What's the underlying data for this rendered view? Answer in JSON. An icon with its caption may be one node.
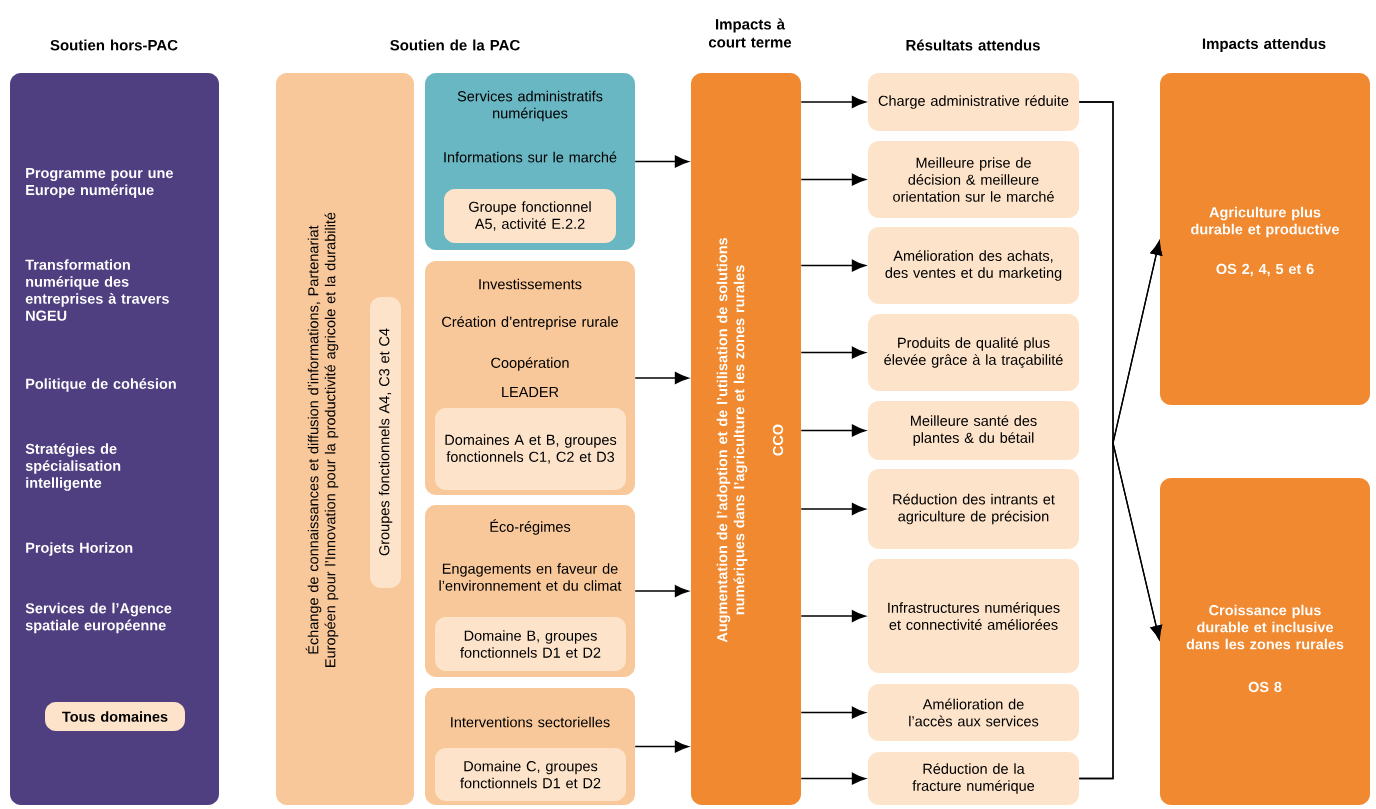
{
  "diagram": {
    "nodes": [
      {
        "text": [
          "Programme pour une Europe numérique",
          "Transformation numérique des entreprises à travers NGEU",
          "Politique de cohésion",
          "Stratégies de spécialisation intelligente",
          "Projets Horizon",
          "Services de l’Agence spatiale européenne"
        ]
      },
      {
        "text": [
          "Tous domaines"
        ],
        "in": 0
      },
      {
        "text": [
          "Échange de connaissances et diffusion d’informations, Partenariat Européen pour l’Innovation pour la productivité agricole et la durabilité"
        ]
      },
      {
        "text": [
          "Groupes fonctionnels A4, C3 et C4"
        ],
        "in": 2
      },
      {
        "text": [
          "Services administratifs numériques",
          "Informations sur le marché"
        ]
      },
      {
        "text": [
          "Groupe fonctionnel A5, activité E.2.2"
        ],
        "in": 4
      },
      {
        "text": [
          "Investissements",
          "Création d’entreprise rurale",
          "Coopération",
          "LEADER"
        ]
      },
      {
        "text": [
          "Domaines A et B, groupes fonctionnels C1, C2 et D3"
        ],
        "in": 6
      },
      {
        "text": [
          "Éco-régimes",
          "Engagements en faveur de l’environnement et du climat"
        ]
      },
      {
        "text": [
          "Domaine B, groupes fonctionnels D1 et D2"
        ],
        "in": 8
      },
      {
        "text": [
          "Interventions sectorielles"
        ]
      },
      {
        "text": [
          "Domaine C, groupes fonctionnels D1 et D2"
        ],
        "in": 10
      },
      {
        "text": [
          "Augmentation de l’adoption et de l’utilisation de solutions numériques dans l’agriculture et les zones rurales",
          "CCO"
        ]
      },
      {
        "text": [
          "Charge administrative réduite"
        ]
      },
      {
        "text": [
          "Meilleure prise de décision & meilleure orientation sur le marché"
        ]
      },
      {
        "text": [
          "Amélioration des achats, des ventes et du marketing"
        ]
      },
      {
        "text": [
          "Produits de qualité plus élevée grâce à la traçabilité"
        ]
      },
      {
        "text": [
          "Meilleure santé des plantes & du bétail"
        ]
      },
      {
        "text": [
          "Réduction des intrants et agriculture de précision"
        ]
      },
      {
        "text": [
          "Infrastructures numériques et connectivité améliorées"
        ]
      },
      {
        "text": [
          "Amélioration de l’accès aux services"
        ]
      },
      {
        "text": [
          "Réduction de la fracture numérique"
        ]
      },
      {
        "text": [
          "Agriculture plus durable et productive",
          "OS 2, 4, 5 et 6"
        ]
      },
      {
        "text": [
          "Croissance plus durable et inclusive dans les zones rurales",
          "OS 8"
        ]
      }
    ],
    "edges": [
      {
        "from": 4,
        "to": 12,
        "arrow": "to"
      },
      {
        "from": 6,
        "to": 12,
        "arrow": "to"
      },
      {
        "from": 8,
        "to": 12,
        "arrow": "to"
      },
      {
        "from": 10,
        "to": 12,
        "arrow": "to"
      },
      {
        "from": 12,
        "to": 13,
        "arrow": "to"
      },
      {
        "from": 12,
        "to": 14,
        "arrow": "to"
      },
      {
        "from": 12,
        "to": 15,
        "arrow": "to"
      },
      {
        "from": 12,
        "to": 16,
        "arrow": "to"
      },
      {
        "from": 12,
        "to": 17,
        "arrow": "to"
      },
      {
        "from": 12,
        "to": 18,
        "arrow": "to"
      },
      {
        "from": 12,
        "to": 19,
        "arrow": "to"
      },
      {
        "from": 12,
        "to": 20,
        "arrow": "to"
      },
      {
        "from": 12,
        "to": 21,
        "arrow": "to"
      },
      {
        "from": 13,
        "to": 22,
        "arrow": "to"
      },
      {
        "from": 13,
        "to": 23,
        "arrow": "to"
      },
      {
        "from": 21,
        "to": 22,
        "arrow": "to"
      },
      {
        "from": 21,
        "to": 23,
        "arrow": "to"
      }
    ],
    "labels": [
      "Soutien hors-PAC",
      "Soutien de la PAC",
      "Impacts à court terme",
      "Résultats attendus",
      "Impacts attendus"
    ]
  }
}
